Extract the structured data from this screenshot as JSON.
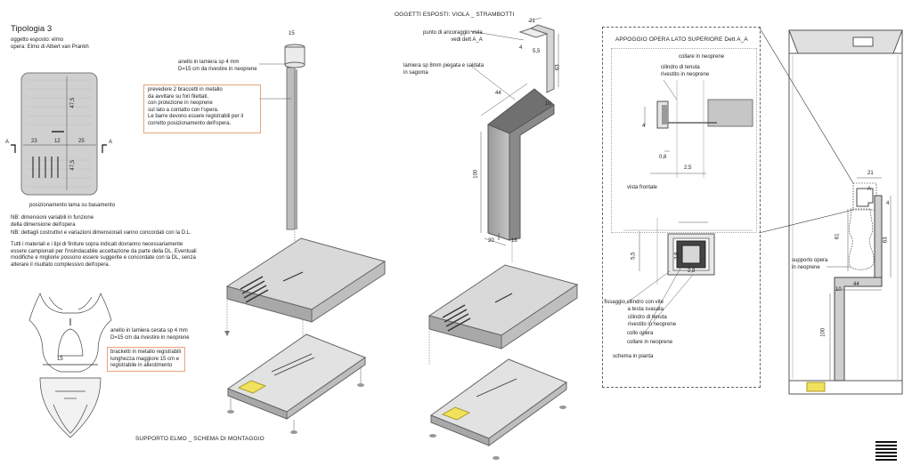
{
  "left": {
    "title": "Tipologia 3",
    "object": "oggetto esposto: elmo",
    "work": "opera: Elmo di Albert van Prankh",
    "dims": {
      "d1": "23",
      "d2": "12",
      "d3": "25",
      "v1": "47,5",
      "v2": "47,5",
      "section": "A"
    },
    "caption_position": "posizionamento lama su basamento",
    "nb1": "NB: dimensioni variabili in funzione\ndella dimensione dell'opera",
    "nb2": "NB: dettagli costruttivi e variazioni dimensionali vanno concordati con la D.L.",
    "materials": "Tutti i materiali e i tipi di finiture sopra indicati dovranno necessariamente\nessere campionati per l'insindacabile accettazione da parte della DL. Eventuali\nmodifiche e migliorie possono essere suggerite e concordate con la DL, senza\nalterare il risultato complessivo dell'opera.",
    "helmet_dim": "15",
    "ring_note": "anello in lamiera cerata sp 4 mm\nD=15 cm da rivestire in neoprene",
    "bracket_note": "bracketti in metallo registrabili\nlunghezza maggiore 15 cm e\nregistrabile in allestimento"
  },
  "center_left": {
    "dim_top": "15",
    "ring_note": "anello in lamiera sp 4 mm\nD=15 cm da rivestire in neoprene",
    "box_note": "prevedere 2 braccetti in metallo\nda avvitare su fori filettati,\ncon protezione in neoprene\nsul lato a contatto con l'opera.\nLe barre devono essere registrabili per il\ncorretto posizionamento dell'opera.",
    "caption": "SUPPORTO ELMO _ SCHEMA DI MONTAGGIO"
  },
  "center_right": {
    "title": "OGGETTI ESPOSTI: VIOLA _ STRAMBOTTI",
    "anchor_note": "punto di ancoraggio viola\nvedi dett A_A",
    "plate_note": "lamiera sp 8mm piegata e saldata\nin sagoma",
    "dims": {
      "top": "21",
      "a": "4",
      "b": "5,5",
      "h63": "63",
      "d44": "44",
      "d10": "10",
      "h100": "100",
      "d20": "20",
      "d16": "16"
    }
  },
  "detail": {
    "title": "APPOGGIO OPERA LATO SUPERIORE Dett A_A",
    "collar": "collare in neoprene",
    "cylinder": "cilindro di tenuta\nrivestito in neoprene",
    "dims": {
      "d4": "4",
      "d08": "0,8",
      "d25": "2,5",
      "d55": "5,5",
      "d28a": "2,8",
      "d28b": "2,8"
    },
    "front_view": "vista frontale",
    "fix_note": "fissaggio cilindro con vite\na testa svasata",
    "cylinder2": "cilindro di tenuta\nrivestito in neoprene",
    "neck": "collo opera",
    "collar2": "collare in neoprene",
    "plan": "schema in pianta"
  },
  "right": {
    "dims": {
      "d21": "21",
      "a": "A",
      "d4": "4",
      "d61": "61",
      "d63": "63",
      "d44": "44",
      "d10": "10",
      "d100": "100"
    },
    "support_note": "supporto opera\nin neoprene"
  }
}
